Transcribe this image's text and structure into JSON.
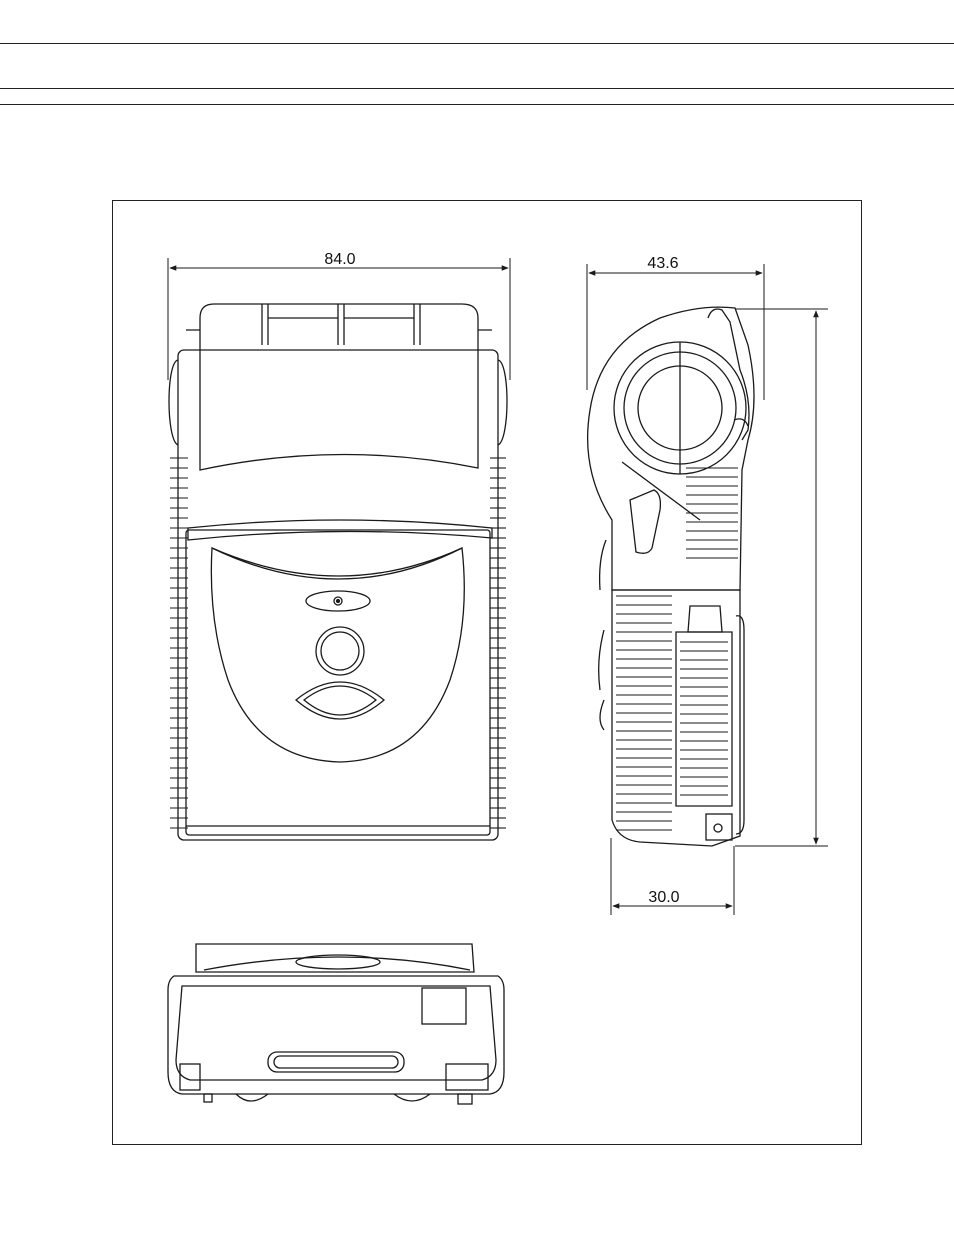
{
  "dimensions": {
    "width_top": "84.0",
    "depth_side": "43.6",
    "bottom_depth": "30.0"
  },
  "colors": {
    "line": "#1a1a1a",
    "paper": "#ffffff"
  }
}
